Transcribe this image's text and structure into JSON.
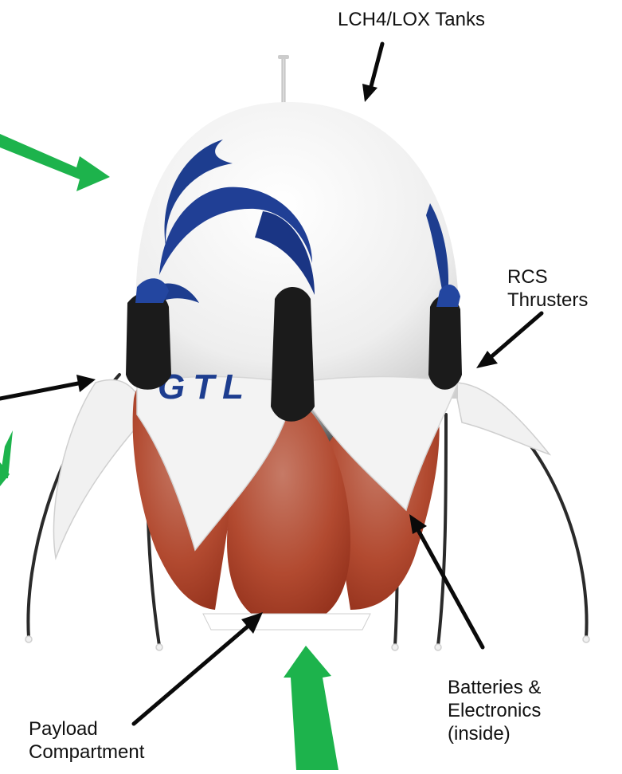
{
  "labels": {
    "tanks": "LCH4/LOX Tanks",
    "rcs": [
      "RCS",
      "Thrusters"
    ],
    "batteries": [
      "Batteries &",
      "Electronics",
      "(inside)"
    ],
    "payload": [
      "Payload",
      "Compartment"
    ]
  },
  "vehicle": {
    "logo_text": "GTL"
  },
  "colors": {
    "arrow_green": "#1db34c",
    "arrow_black": "#0a0a0a",
    "hull_white": "#f4f4f4",
    "swirl_blue": "#1d3d8f",
    "tank_red": "#b2442a",
    "thruster_black": "#1a1a1a"
  },
  "icons": [
    "green-arrow-icon",
    "black-arrow-icon"
  ]
}
